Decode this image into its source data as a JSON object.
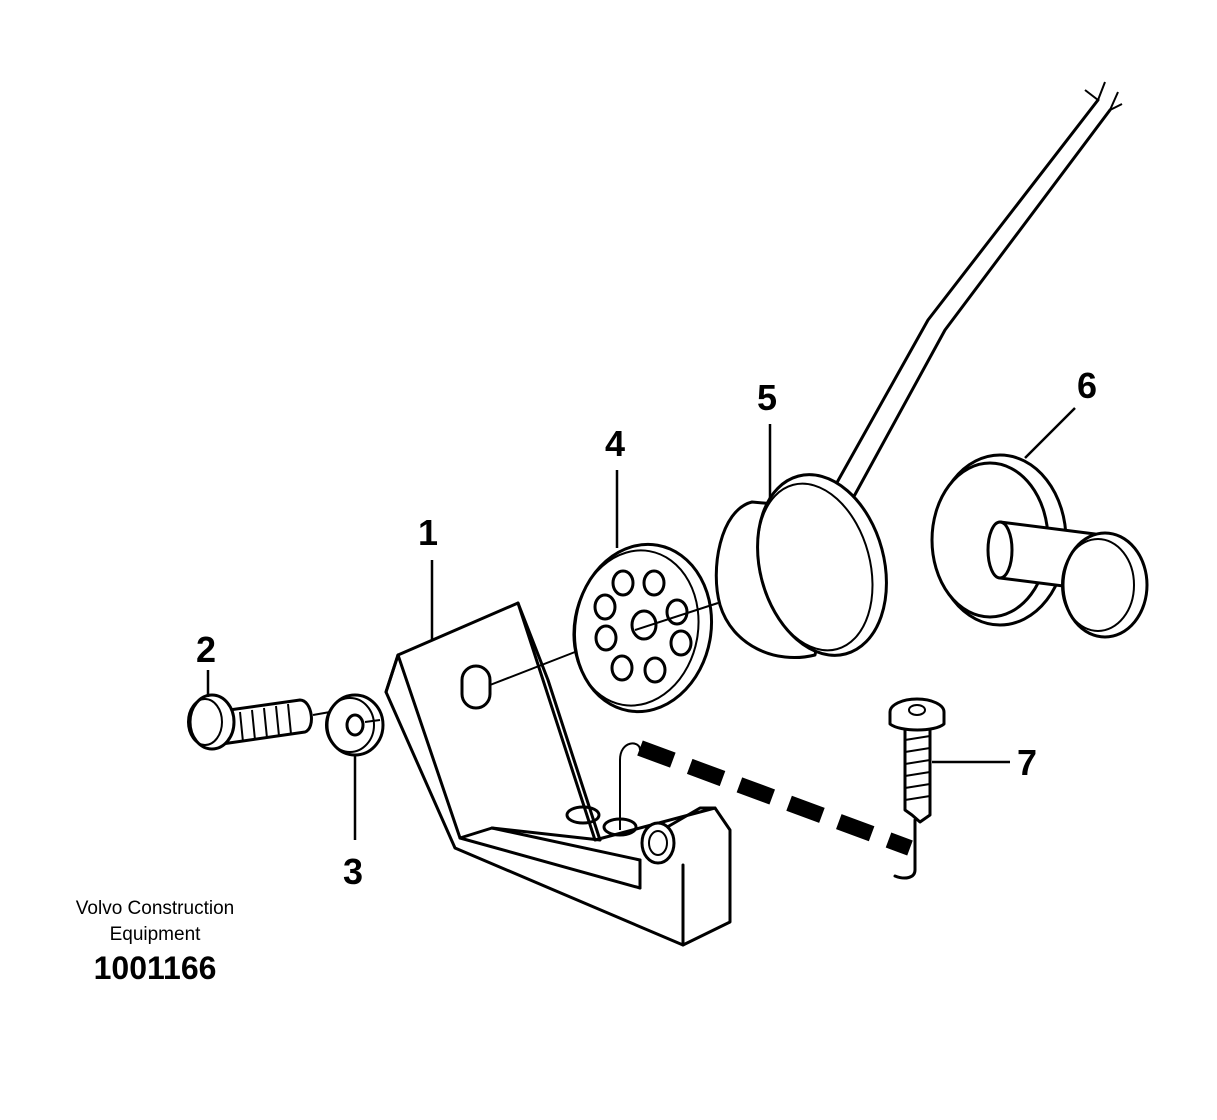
{
  "callouts": {
    "part_1": "1",
    "part_2": "2",
    "part_3": "3",
    "part_4": "4",
    "part_5": "5",
    "part_6": "6",
    "part_7": "7"
  },
  "caption": {
    "company_line1": "Volvo Construction",
    "company_line2": "Equipment",
    "drawing_number": "1001166"
  }
}
